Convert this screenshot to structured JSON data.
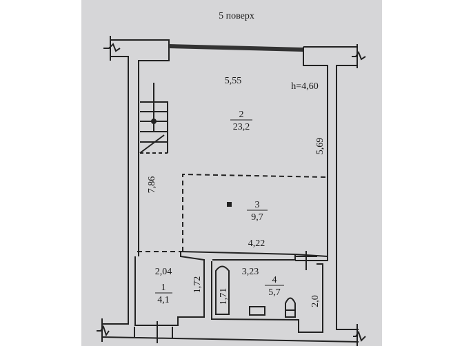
{
  "plan": {
    "title": "5 поверх",
    "ceiling_height": "h=4,60",
    "dimensions": {
      "top_width": "5,55",
      "right_height": "5,69",
      "left_height": "7,86",
      "room3_width": "4,22",
      "room1_width": "2,04",
      "room1_height": "1,72",
      "room4_width": "3,23",
      "bath_length": "1,71",
      "room4_height": "2,0"
    },
    "rooms": [
      {
        "number": "1",
        "area": "4,1"
      },
      {
        "number": "2",
        "area": "23,2"
      },
      {
        "number": "3",
        "area": "9,7"
      },
      {
        "number": "4",
        "area": "5,7"
      }
    ]
  }
}
